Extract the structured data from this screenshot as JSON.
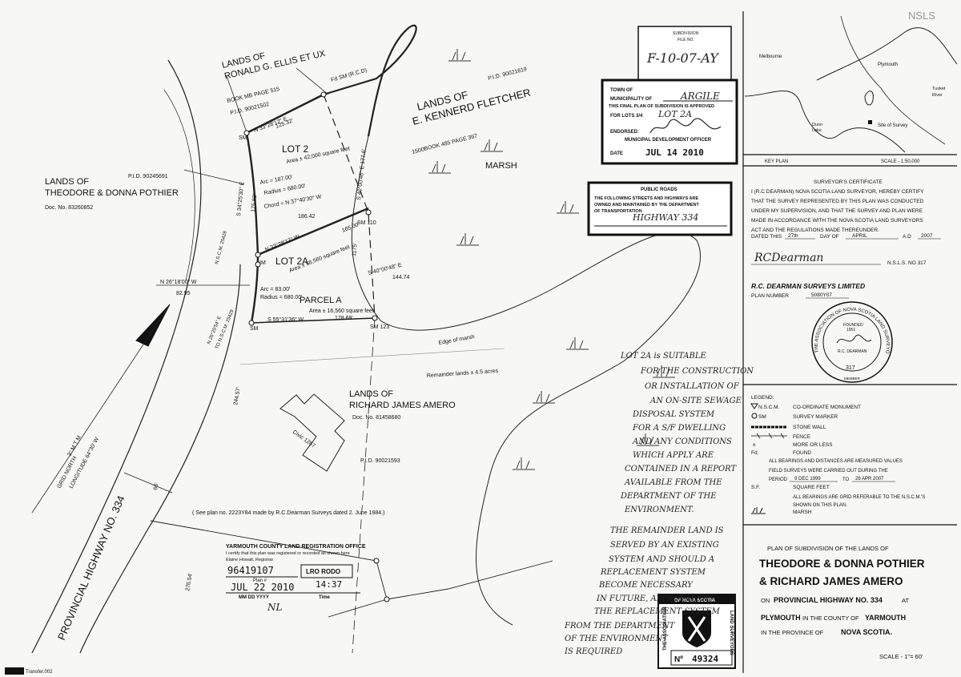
{
  "corner_mark": "NSLS",
  "key_plan": {
    "places": [
      "Melbourne",
      "Plymouth",
      "Tusket",
      "River",
      "Dunn",
      "Lake",
      "Site of Survey"
    ],
    "title": "KEY PLAN",
    "scale": "SCALE - 1:50,000"
  },
  "subdivision_stamp": {
    "line1": "SUBDIVISION",
    "line2": "FILE NO.",
    "number": "F-10-07-AY"
  },
  "approval_stamp": {
    "town": "TOWN OF",
    "municipality_label": "MUNICIPALITY OF",
    "municipality_value": "ARGILE",
    "text1": "THIS FINAL PLAN OF SUBDIVISION IS APPROVED",
    "lots_label": "FOR LOTS 3/4",
    "lots_value": "LOT 2A",
    "endorsed": "ENDORSED:",
    "officer": "MUNICIPAL DEVELOPMENT OFFICER",
    "date_label": "DATE",
    "date_value": "JUL 14 2010"
  },
  "public_roads_stamp": {
    "title": "PUBLIC ROADS",
    "text1": "THE FOLLOWING STREETS AND HIGHWAYS ARE",
    "text2": "OWNED AND MAINTAINED BY THE DEPARTMENT",
    "text3": "OF TRANSPORTATION",
    "value": "HIGHWAY 334"
  },
  "certificate": {
    "title": "SURVEYOR'S CERTIFICATE",
    "lines": [
      "I (R.C DEARMAN) NOVA SCOTIA LAND SURVEYOR, HEREBY CERTIFY",
      "THAT THE SURVEY REPRESENTED BY THIS PLAN WAS CONDUCTED",
      "UNDER MY SUPERVISION, AND THAT THE SURVEY AND PLAN WERE",
      "MADE IN ACCORDANCE WITH THE NOVA SCOTIA LAND SURVEYORS",
      "ACT AND THE REGULATIONS MADE THEREUNDER."
    ],
    "dated_prefix": "DATED THIS",
    "day": "27th",
    "day_of": "DAY OF",
    "month": "APRIL",
    "ad": "A.D",
    "year": "2007",
    "signature": "RCDearman",
    "nsls": "N.S.L.S. NO 317",
    "firm": "R.C. DEARMAN SURVEYS LIMITED",
    "plan_label": "PLAN  NUMBER",
    "plan_number": "5080Y07"
  },
  "seal": {
    "ring_top": "THE ASSOCIATION OF NOVA SCOTIA LAND SURVEYORS",
    "founded": "FOUNDED",
    "year": "1951",
    "name": "R.C. DEARMAN",
    "number": "317",
    "member": "MEMBER"
  },
  "legend": {
    "title": "LEGEND:",
    "items": [
      {
        "symbol": "N.S.C.M.",
        "text": "CO-ORDINATE MONUMENT"
      },
      {
        "symbol": "SM",
        "text": "SURVEY MARKER"
      },
      {
        "symbol": "",
        "text": "STONE WALL"
      },
      {
        "symbol": "",
        "text": "FENCE"
      },
      {
        "symbol": "±",
        "text": "MORE OR LESS"
      },
      {
        "symbol": "Fd.",
        "text": "FOUND"
      }
    ],
    "measured": "ALL BEARINGS AND DISTANCES ARE MEASURED VALUES",
    "field": "FIELD SURVEYS WERE CARRIED OUT DURING THE",
    "period_label": "PERIOD",
    "period_from": "9 DEC 1999",
    "period_to_label": "TO",
    "period_to": "26 APR 2007",
    "sf_symbol": "S.F.",
    "sf_text": "SQUARE FEET",
    "grid1": "ALL BEARINGS ARE GRID REFERABLE TO THE N.S.C.M.'S",
    "grid2": "SHOWN ON THIS PLAN.",
    "marsh": "MARSH"
  },
  "title_block": {
    "line1": "PLAN OF SUBDIVISION OF THE LANDS OF",
    "line2": "THEODORE & DONNA POTHIER",
    "line3": "& RICHARD JAMES AMERO",
    "line4_on": "ON",
    "line4": "PROVINCIAL HIGHWAY NO. 334",
    "line4_at": "AT",
    "line5a": "PLYMOUTH",
    "line5b": "IN THE COUNTY OF",
    "line5c": "YARMOUTH",
    "line6a": "IN THE PROVINCE OF",
    "line6b": "NOVA SCOTIA.",
    "scale": "SCALE - 1\"= 60'"
  },
  "assoc_stamp": {
    "header": "OF NOVA SCOTIA",
    "left": "THE ASSOCIATION",
    "right": "LAND SURVEYORS",
    "number_label": "Nº",
    "number": "49324"
  },
  "registry_stamp": {
    "line1": "YARMOUTH COUNTY LAND REGISTRATION OFFICE",
    "line2": "I certify that this plan was registered or recorded as shown here",
    "line3": "Elaine Howatt, Registrar",
    "doc_number": "96419107",
    "lro": "LRO RODO",
    "plan_label": "Plan #",
    "date": "JUL 22 2010",
    "time": "14:37",
    "date_label": "MM DD YYYY",
    "time_label": "Time",
    "initials": "NL"
  },
  "plan_note": "( See plan no. 2223Y84 made by R.C.Dearman Surveys dated 2. June 1984.)",
  "footer_code": "Transfer.002",
  "map": {
    "ellis": [
      "LANDS OF",
      "RONALD G. ELLIS ET UX"
    ],
    "ellis_book": "BOOK MB PAGE 515",
    "ellis_pid": "P.I.D. 90021502",
    "fletcher": [
      "LANDS OF",
      "E. KENNERD FLETCHER"
    ],
    "fletcher_pid": "P.I.D. 90021619",
    "fletcher_book": "BOOK 485 PAGE 397",
    "pothier": [
      "LANDS OF",
      "THEODORE & DONNA POTHIER"
    ],
    "pothier_pid": "P.I.D. 90245691",
    "pothier_doc": "Doc. No. 83260852",
    "amero": [
      "LANDS OF",
      "RICHARD JAMES AMERO"
    ],
    "amero_doc": "Doc. No. 81458680",
    "amero_pid": "P.I.D. 90021593",
    "marsh": "MARSH",
    "edge_of_marsh": "Edge of marsh",
    "remainder": "Remainder lands ± 4.5 acres",
    "lot2": "LOT 2",
    "lot2_area": "Area ± 42,000 square feet",
    "lot2a": "LOT 2A",
    "lot2a_area": "Area ± 58,560 square feet",
    "parcel_a": "PARCEL A",
    "parcel_a_area": "Area ± 16,560 square feet",
    "highway": "PROVINCIAL HIGHWAY NO. 334",
    "civic": "Civic 1267",
    "grid_north": "GRID NORTH",
    "grid_north2": "3° M T M",
    "longitude": "LONGITUDE  64°30' W",
    "fd_sm": "Fd SM (R.C.D)",
    "b1": "N 33°28'12\" E",
    "d1": "125.32'",
    "b2": "N 33°28'12\" W",
    "d2": "165.00'",
    "b3": "S 55°31'36\" W",
    "d3": "178.69'",
    "b4": "S 40°00'48\" E",
    "d4": "144.74",
    "b5": "S 34°25'30\" E",
    "d5": "175.83'",
    "b6": "N 26°18'00\" W",
    "d6": "82.95",
    "arc1": "Arc = 187.00'",
    "rad1": "Radius = 680.00'",
    "chord1": "Chord = N 37°40'30\" W",
    "chord1d": "186.42",
    "arc2": "Arc = 83.00'",
    "rad2": "Radius = 680.00'",
    "side_1500": "1500'",
    "side_a": "S 40°00'48\" E  177.6'",
    "nscm1": "N.S.C.M. 25428",
    "nscm2": "TO N.S.C.M. 25429",
    "nscm2b": "N 26°25'54\" E",
    "d_244": "244.57'",
    "d_276": "276.54'",
    "d_66": "66'",
    "d_1175": "1175'",
    "sm": "SM",
    "sm110": "SM 110",
    "sm123": "SM 123",
    "im": "IM"
  },
  "handwritten": [
    "LOT 2A is SUITABLE",
    "FOR THE CONSTRUCTION",
    "OR INSTALLATION OF",
    "AN ON-SITE SEWAGE",
    "DISPOSAL SYSTEM",
    "FOR A S/F DWELLING",
    "AND ANY CONDITIONS",
    "WHICH APPLY ARE",
    "CONTAINED IN A REPORT",
    "AVAILABLE FROM THE",
    "DEPARTMENT OF THE",
    "ENVIRONMENT.",
    "THE REMAINDER LAND IS",
    "SERVED BY AN EXISTING",
    "SYSTEM AND SHOULD A",
    "REPLACEMENT SYSTEM",
    "BECOME NECESSARY",
    "IN FUTURE, APPROVAL OF",
    "THE REPLACEMENT SYSTEM",
    "FROM THE DEPARTMENT",
    "OF THE ENVIRONMENT",
    "IS REQUIRED"
  ]
}
